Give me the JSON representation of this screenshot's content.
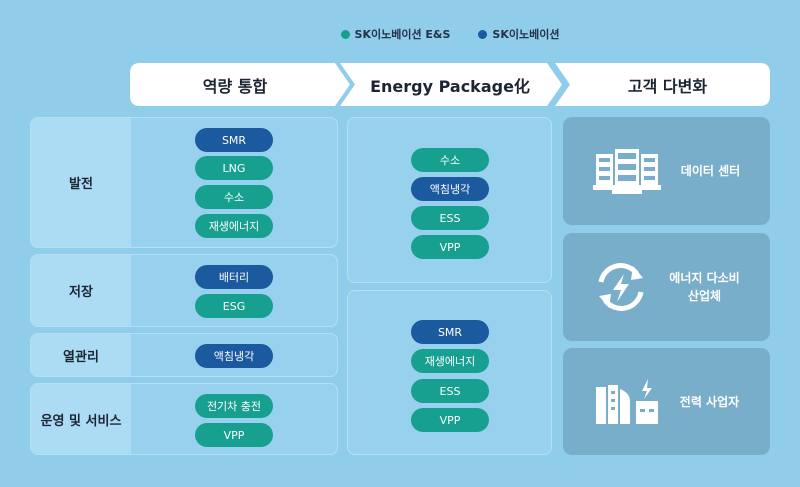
{
  "legend": [
    {
      "label": "SK이노베이션 E&S",
      "color": "#17a090"
    },
    {
      "label": "SK이노베이션",
      "color": "#1b5a9f"
    }
  ],
  "headers": [
    "역량 통합",
    "Energy Package化",
    "고객 다변화"
  ],
  "left": [
    {
      "label": "발전",
      "items": [
        {
          "t": "SMR",
          "c": "n"
        },
        {
          "t": "LNG",
          "c": "t"
        },
        {
          "t": "수소",
          "c": "t"
        },
        {
          "t": "재생에너지",
          "c": "t"
        }
      ]
    },
    {
      "label": "저장",
      "items": [
        {
          "t": "배터리",
          "c": "n"
        },
        {
          "t": "ESG",
          "c": "t"
        }
      ]
    },
    {
      "label": "열관리",
      "items": [
        {
          "t": "액침냉각",
          "c": "n"
        }
      ]
    },
    {
      "label": "운영 및 서비스",
      "items": [
        {
          "t": "전기차 충전",
          "c": "t"
        },
        {
          "t": "VPP",
          "c": "t"
        }
      ]
    }
  ],
  "middle": [
    {
      "items": [
        {
          "t": "수소",
          "c": "t"
        },
        {
          "t": "액침냉각",
          "c": "n"
        },
        {
          "t": "ESS",
          "c": "t"
        },
        {
          "t": "VPP",
          "c": "t"
        }
      ]
    },
    {
      "items": [
        {
          "t": "SMR",
          "c": "n"
        },
        {
          "t": "재생에너지",
          "c": "t"
        },
        {
          "t": "ESS",
          "c": "t"
        },
        {
          "t": "VPP",
          "c": "t"
        }
      ]
    }
  ],
  "customers": [
    {
      "label": "데이터 센터",
      "icon": "server-icon"
    },
    {
      "label": "에너지 다소비\n산업체",
      "icon": "energy-cycle-icon"
    },
    {
      "label": "전력 사업자",
      "icon": "power-plant-icon"
    }
  ]
}
